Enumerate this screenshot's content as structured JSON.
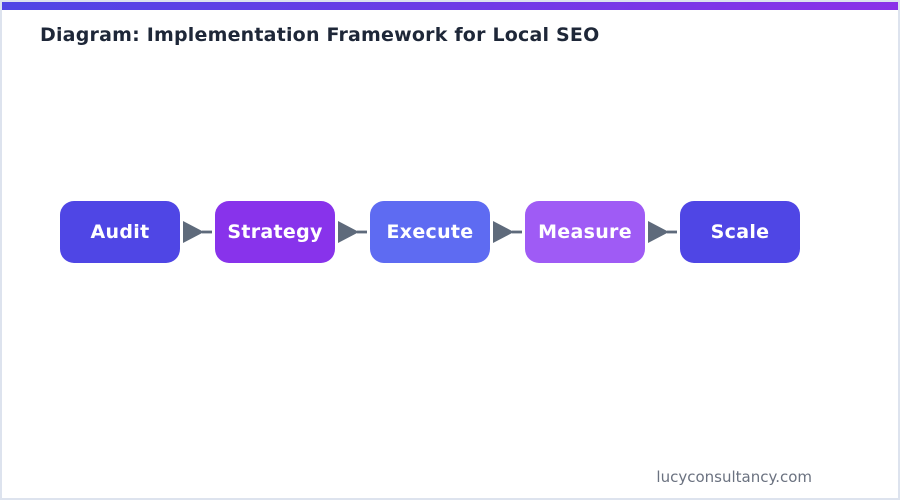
{
  "page": {
    "title": "Diagram: Implementation Framework for Local SEO",
    "title_color": "#1e2738",
    "background": "#ffffff",
    "border_color": "#dde3ee",
    "accent_bar": {
      "gradient_start": "#4f46e5",
      "gradient_end": "#8a31e8"
    }
  },
  "diagram": {
    "type": "flow",
    "direction": "left-to-right",
    "steps": [
      {
        "label": "Audit",
        "color": "#4f46e5"
      },
      {
        "label": "Strategy",
        "color": "#8833eb"
      },
      {
        "label": "Execute",
        "color": "#5e6bf2"
      },
      {
        "label": "Measure",
        "color": "#9f5bf5"
      },
      {
        "label": "Scale",
        "color": "#4f46e5"
      }
    ],
    "step_text_color": "#ffffff",
    "arrow_color": "#5e6a7b"
  },
  "footer": {
    "text": "lucyconsultancy.com",
    "color": "#6b7280"
  }
}
